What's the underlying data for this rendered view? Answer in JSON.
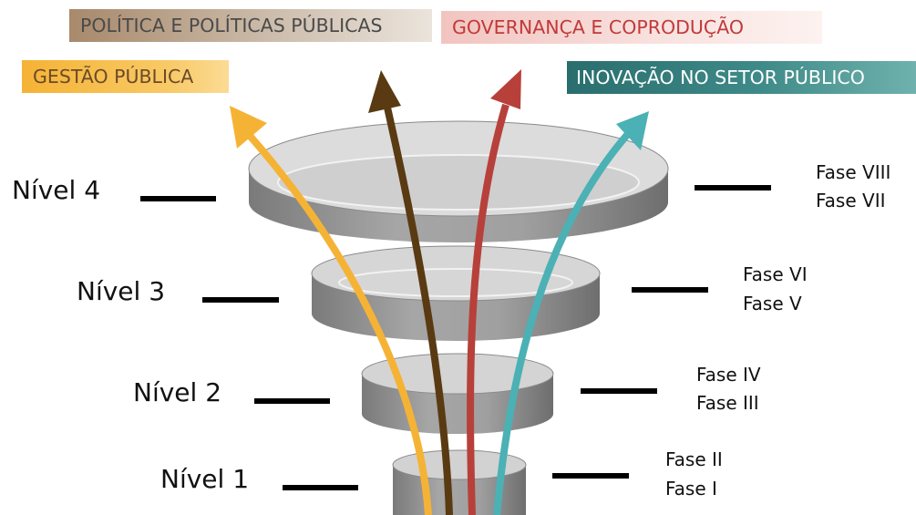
{
  "categories": {
    "politica": {
      "label": "POLÍTICA E POLÍTICAS PÚBLICAS",
      "color": "#5a3a12"
    },
    "governanca": {
      "label": "GOVERNANÇA E COPRODUÇÃO",
      "color": "#b7403b"
    },
    "gestao": {
      "label": "GESTÃO PÚBLICA",
      "color": "#f5b335"
    },
    "inovacao": {
      "label": "INOVAÇÃO NO SETOR PÚBLICO",
      "color": "#4bb1b5"
    }
  },
  "levels": [
    {
      "name": "Nível 4",
      "phases": [
        "Fase VIII",
        "Fase VII"
      ]
    },
    {
      "name": "Nível 3",
      "phases": [
        "Fase VI",
        "Fase V"
      ]
    },
    {
      "name": "Nível 2",
      "phases": [
        "Fase IV",
        "Fase III"
      ]
    },
    {
      "name": "Nível 1",
      "phases": [
        "Fase II",
        "Fase I"
      ]
    }
  ]
}
